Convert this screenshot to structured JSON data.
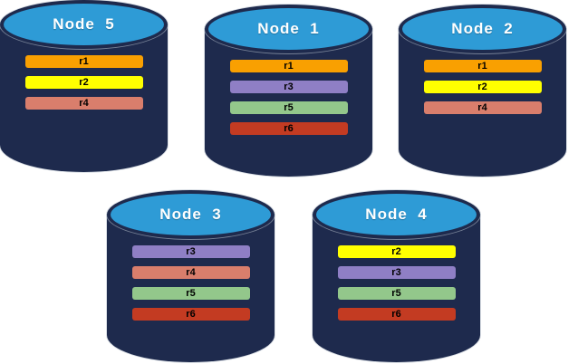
{
  "diagram": {
    "description": "Five database nodes with replicated data partitions",
    "colors": {
      "cylinder_body": "#1E2A4D",
      "cylinder_top": "#2E9BD6",
      "cylinder_top_border": "#1E2A4D",
      "bar_text": "#000000",
      "node_label_text": "#ffffff",
      "background": "#ffffff"
    },
    "replica_colors": {
      "r1": "#F9A001",
      "r2": "#FFFF00",
      "r3": "#8F7FC5",
      "r4": "#D97E6C",
      "r5": "#93C78B",
      "r6": "#C33B22"
    },
    "nodes": [
      {
        "label": "Node  1",
        "replicas": [
          "r1",
          "r3",
          "r5",
          "r6"
        ]
      },
      {
        "label": "Node  2",
        "replicas": [
          "r1",
          "r2",
          "r4"
        ]
      },
      {
        "label": "Node  3",
        "replicas": [
          "r3",
          "r4",
          "r5",
          "r6"
        ]
      },
      {
        "label": "Node  4",
        "replicas": [
          "r2",
          "r3",
          "r5",
          "r6"
        ]
      },
      {
        "label": "Node  5",
        "replicas": [
          "r1",
          "r2",
          "r4"
        ]
      }
    ]
  }
}
